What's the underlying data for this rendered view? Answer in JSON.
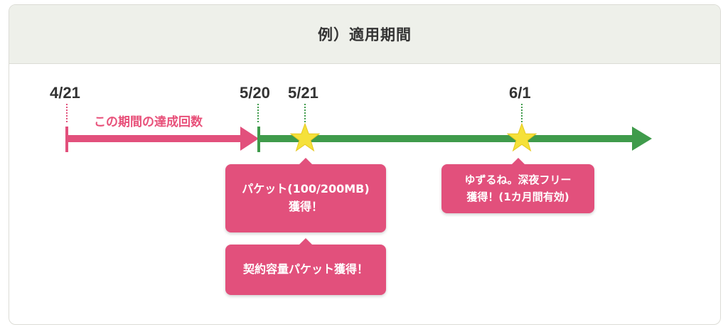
{
  "title": "例）適用期間",
  "dates": [
    "4/21",
    "5/20",
    "5/21",
    "6/1"
  ],
  "period_label": "この期間の達成回数",
  "callouts": {
    "packet_gain": "パケット(100/200MB)\n獲得！",
    "contract_packet": "契約容量パケット獲得！",
    "yuzurune": "ゆずるね。深夜フリー\n獲得！(1カ月間有効)"
  },
  "colors": {
    "pink": "#e2507c",
    "green": "#3f9b4b",
    "star": "#f5e13a",
    "header_bg": "#eef0ea"
  },
  "icons": [
    "star-icon",
    "arrow-head-icon"
  ]
}
